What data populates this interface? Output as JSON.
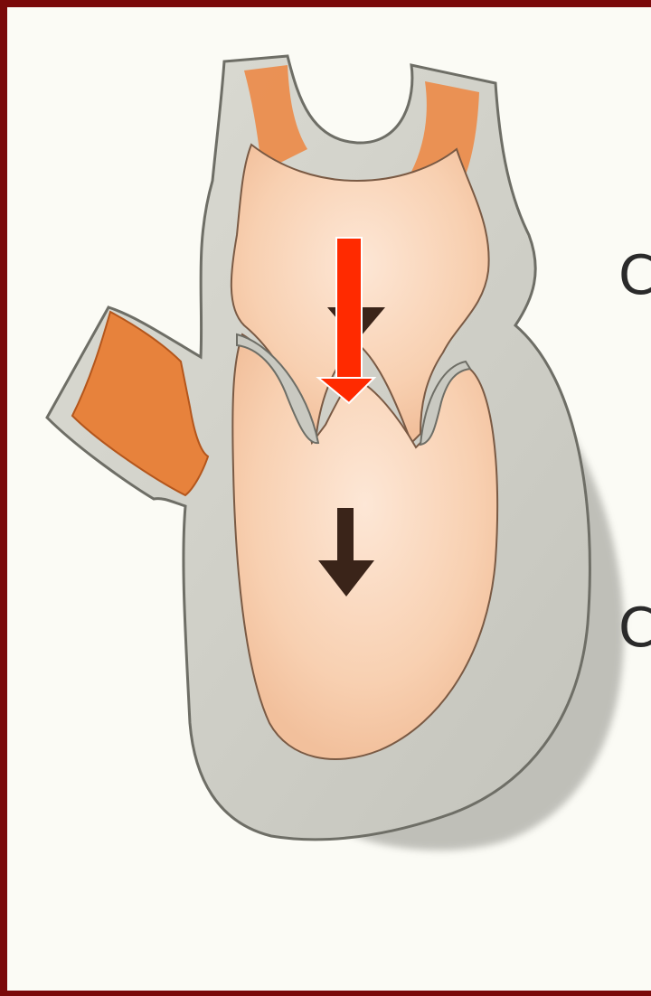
{
  "figure": {
    "kind": "heart-cross-section",
    "arrows": [
      {
        "name": "highlight-arrow",
        "color": "#ff2a00",
        "direction": "down"
      },
      {
        "name": "atrium-flow-arrow",
        "color": "#3a2419",
        "direction": "down"
      },
      {
        "name": "ventricle-flow-arrow",
        "color": "#3a2419",
        "direction": "down"
      }
    ],
    "colors": {
      "frame": "#7a0a0a",
      "paper": "#fbfbf5",
      "wall": "#cfcfc7",
      "chamber": "#f8d3b6",
      "vessel": "#e7823c"
    }
  },
  "edge_text": {
    "top": "C",
    "bottom": "C"
  }
}
